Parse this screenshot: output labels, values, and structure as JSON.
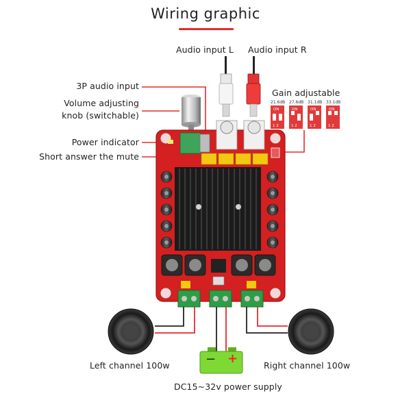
{
  "title": "Wiring graphic",
  "labels": {
    "audio_input_l": "Audio input L",
    "audio_input_r": "Audio input R",
    "gain_adjustable": "Gain adjustable",
    "three_p_audio_input": "3P audio input",
    "volume_knob_line1": "Volume adjusting",
    "volume_knob_line2": "knob (switchable)",
    "power_indicator": "Power indicator",
    "short_mute": "Short answer the mute",
    "left_channel": "Left channel 100w",
    "right_channel": "Right channel 100w",
    "power_supply": "DC15~32v power supply"
  },
  "gain_switches": [
    {
      "db": "21.6dB",
      "on": "ON",
      "pins": "1 2"
    },
    {
      "db": "27.6dB",
      "on": "ON",
      "pins": "1 2"
    },
    {
      "db": "31.1dB",
      "on": "ON",
      "pins": "1 2"
    },
    {
      "db": "33.1dB",
      "on": "ON",
      "pins": "1 2"
    }
  ],
  "battery": {
    "minus": "−",
    "plus": "+"
  },
  "colors": {
    "accent": "#e52b2b",
    "pcb": "#d42020",
    "heatsink": "#1b1b1b",
    "terminal": "#2e9e46",
    "battery": "#7fd934",
    "capacitor": "#f2c811"
  }
}
